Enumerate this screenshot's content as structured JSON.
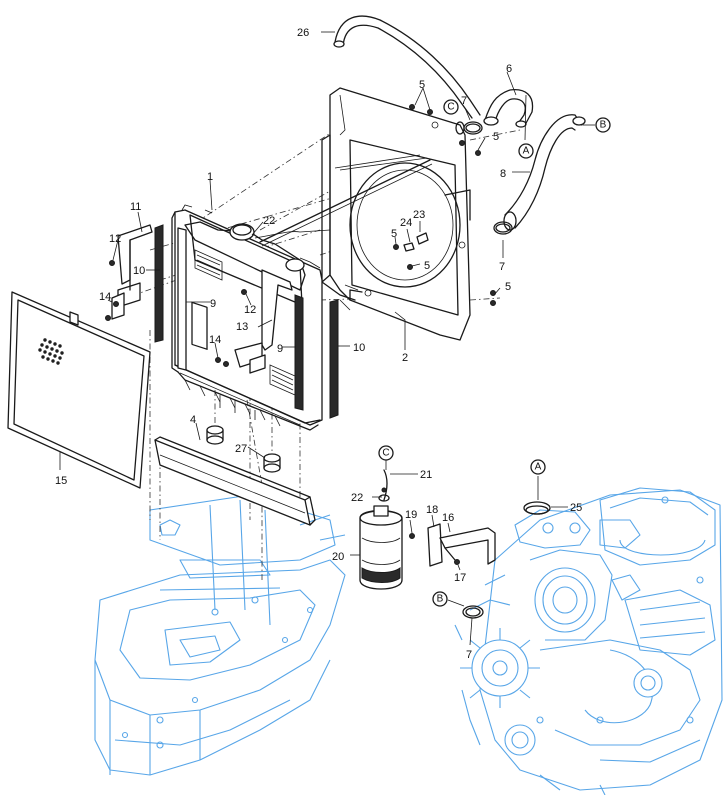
{
  "callouts": [
    {
      "id": "p1",
      "text": "1"
    },
    {
      "id": "p2",
      "text": "2"
    },
    {
      "id": "p4",
      "text": "4"
    },
    {
      "id": "p5a",
      "text": "5"
    },
    {
      "id": "p5b",
      "text": "5"
    },
    {
      "id": "p5c",
      "text": "5"
    },
    {
      "id": "p5d",
      "text": "5"
    },
    {
      "id": "p5e",
      "text": "5"
    },
    {
      "id": "p6",
      "text": "6"
    },
    {
      "id": "p7a",
      "text": "7"
    },
    {
      "id": "p7b",
      "text": "7"
    },
    {
      "id": "p7c",
      "text": "7"
    },
    {
      "id": "p8",
      "text": "8"
    },
    {
      "id": "p9a",
      "text": "9"
    },
    {
      "id": "p9b",
      "text": "9"
    },
    {
      "id": "p10a",
      "text": "10"
    },
    {
      "id": "p10b",
      "text": "10"
    },
    {
      "id": "p11",
      "text": "11"
    },
    {
      "id": "p12a",
      "text": "12"
    },
    {
      "id": "p12b",
      "text": "12"
    },
    {
      "id": "p13",
      "text": "13"
    },
    {
      "id": "p14a",
      "text": "14"
    },
    {
      "id": "p14b",
      "text": "14"
    },
    {
      "id": "p15",
      "text": "15"
    },
    {
      "id": "p16",
      "text": "16"
    },
    {
      "id": "p17",
      "text": "17"
    },
    {
      "id": "p18",
      "text": "18"
    },
    {
      "id": "p19",
      "text": "19"
    },
    {
      "id": "p20",
      "text": "20"
    },
    {
      "id": "p21",
      "text": "21"
    },
    {
      "id": "p22a",
      "text": "22"
    },
    {
      "id": "p22b",
      "text": "22"
    },
    {
      "id": "p23",
      "text": "23"
    },
    {
      "id": "p24",
      "text": "24"
    },
    {
      "id": "p25",
      "text": "25"
    },
    {
      "id": "p26",
      "text": "26"
    },
    {
      "id": "p27",
      "text": "27"
    }
  ],
  "connectors": [
    {
      "id": "cA1",
      "text": "A"
    },
    {
      "id": "cA2",
      "text": "A"
    },
    {
      "id": "cB1",
      "text": "B"
    },
    {
      "id": "cB2",
      "text": "B"
    },
    {
      "id": "cC1",
      "text": "C"
    },
    {
      "id": "cC2",
      "text": "C"
    }
  ],
  "colors": {
    "ink": "#1a1a1a",
    "engine_blue": "#58a6e8"
  }
}
